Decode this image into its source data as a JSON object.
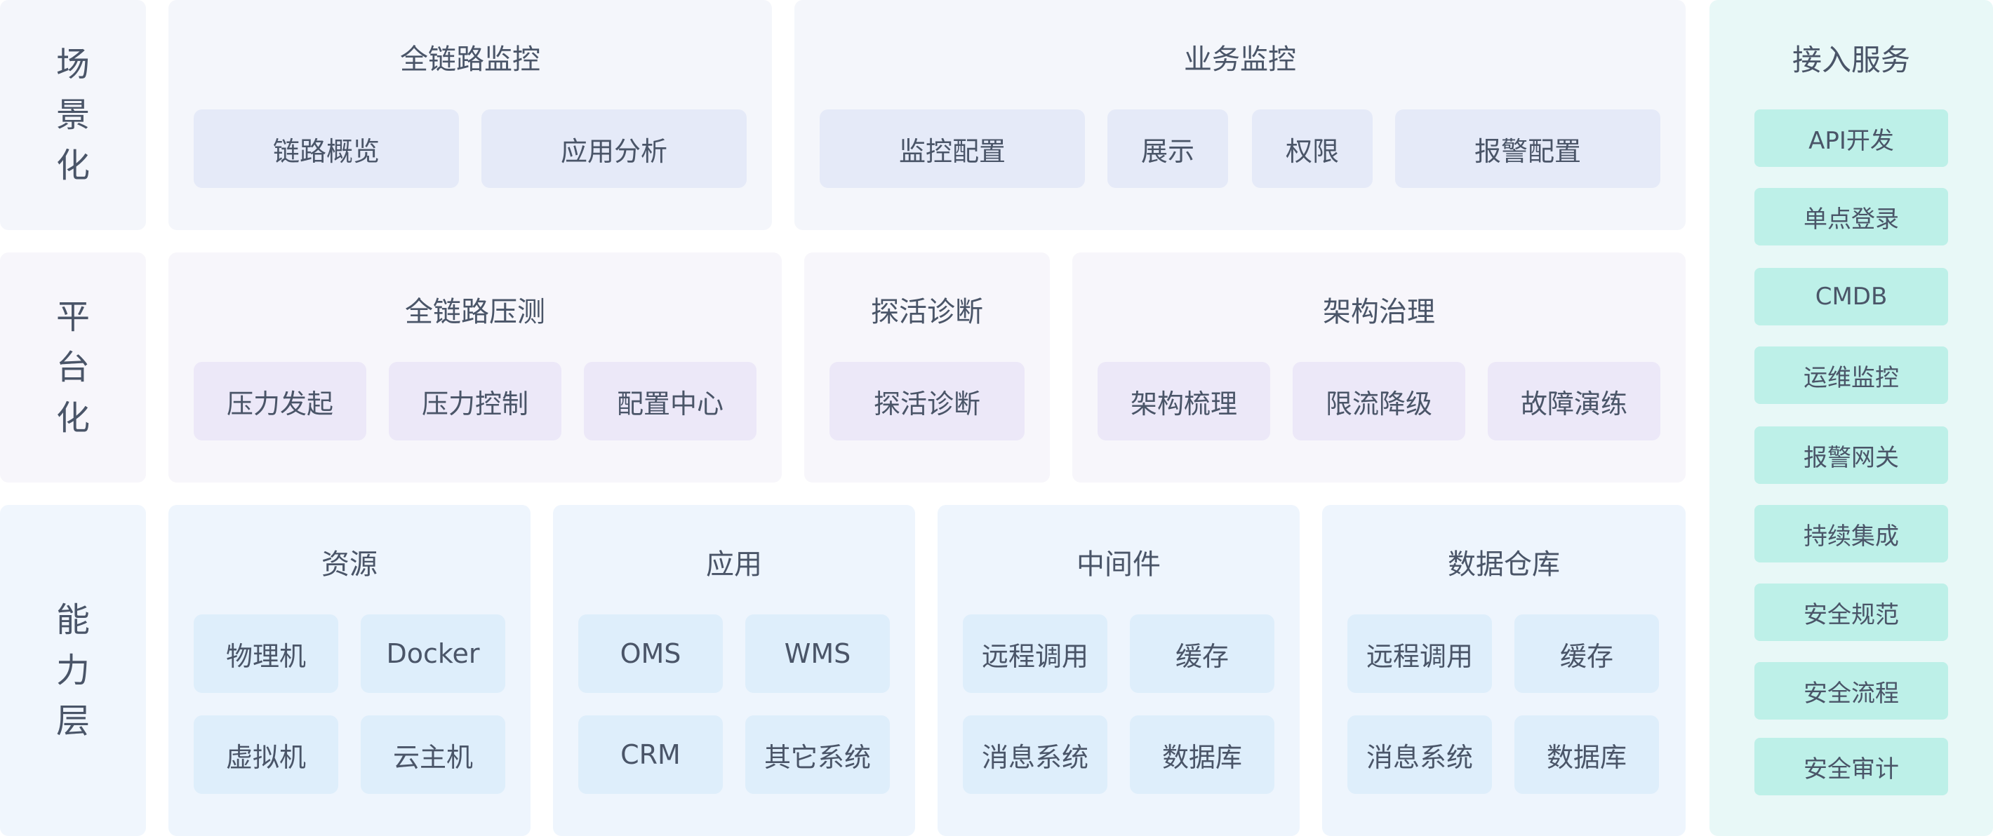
{
  "rows": [
    {
      "label": [
        "场",
        "景",
        "化"
      ]
    },
    {
      "label": [
        "平",
        "台",
        "化"
      ]
    },
    {
      "label": [
        "能",
        "力",
        "层"
      ]
    }
  ],
  "scenario": {
    "link_monitor": {
      "title": "全链路监控",
      "items": [
        "链路概览",
        "应用分析"
      ]
    },
    "biz_monitor": {
      "title": "业务监控",
      "items": [
        "监控配置",
        "展示",
        "权限",
        "报警配置"
      ]
    }
  },
  "platform": {
    "stress": {
      "title": "全链路压测",
      "items": [
        "压力发起",
        "压力控制",
        "配置中心"
      ]
    },
    "probe": {
      "title": "探活诊断",
      "items": [
        "探活诊断"
      ]
    },
    "arch": {
      "title": "架构治理",
      "items": [
        "架构梳理",
        "限流降级",
        "故障演练"
      ]
    }
  },
  "capability": {
    "resource": {
      "title": "资源",
      "items": [
        "物理机",
        "Docker",
        "虚拟机",
        "云主机"
      ]
    },
    "app": {
      "title": "应用",
      "items": [
        "OMS",
        "WMS",
        "CRM",
        "其它系统"
      ]
    },
    "middleware": {
      "title": "中间件",
      "items": [
        "远程调用",
        "缓存",
        "消息系统",
        "数据库"
      ]
    },
    "warehouse": {
      "title": "数据仓库",
      "items": [
        "远程调用",
        "缓存",
        "消息系统",
        "数据库"
      ]
    }
  },
  "access": {
    "title": "接入服务",
    "items": [
      "API开发",
      "单点登录",
      "CMDB",
      "运维监控",
      "报警网关",
      "持续集成",
      "安全规范",
      "安全流程",
      "安全审计"
    ]
  },
  "colors": {
    "text": "#4a5568",
    "scenario_chip": "#e5eaf8",
    "platform_chip": "#ece8f8",
    "capability_chip": "#deeefb",
    "access_chip": "#bdf0e8",
    "access_panel": "#e8f8f7"
  }
}
